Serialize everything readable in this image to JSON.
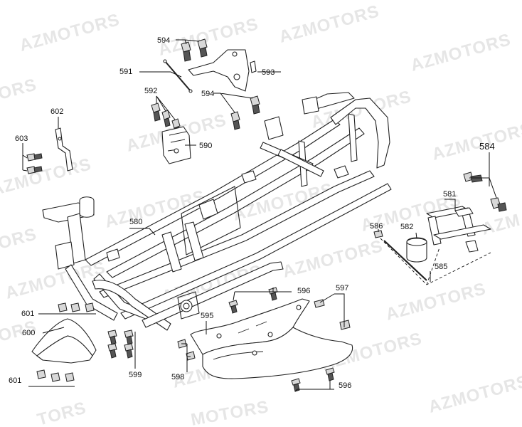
{
  "watermark": {
    "text": "AZMOTORS",
    "partial_left": "TORS",
    "partial_mid": "MOTORS",
    "partial_edge": "ORS",
    "partial_right": "AZM"
  },
  "callouts": {
    "p580": "580",
    "p581": "581",
    "p582": "582",
    "p584": "584",
    "p585": "585",
    "p586": "586",
    "p590": "590",
    "p591": "591",
    "p592": "592",
    "p593": "593",
    "p594_top": "594",
    "p594_mid": "594",
    "p595": "595",
    "p596_top": "596",
    "p596_bottom": "596",
    "p597": "597",
    "p598": "598",
    "p599": "599",
    "p600": "600",
    "p601_top": "601",
    "p601_bottom": "601",
    "p602": "602",
    "p603": "603"
  },
  "colors": {
    "line": "#111111",
    "watermark": "#e6e6e6",
    "background": "#ffffff"
  }
}
